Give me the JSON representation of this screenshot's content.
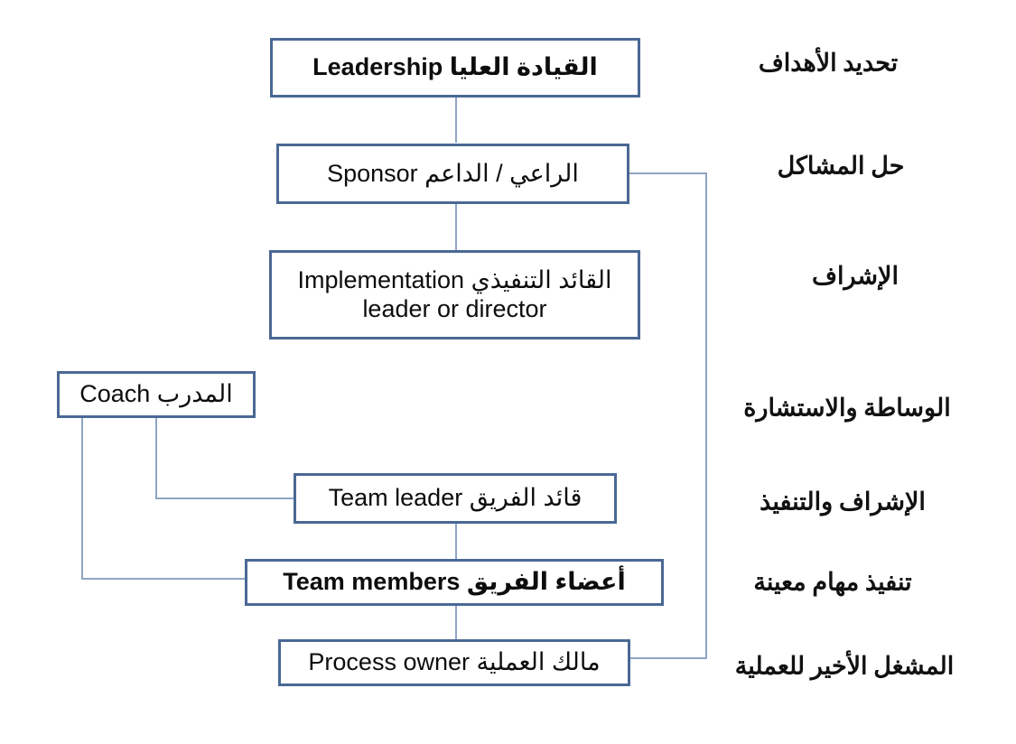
{
  "diagram": {
    "title": "Project roles hierarchy (Arabic / English)",
    "colors": {
      "node_border": "#4a6894",
      "connector": "#8fa5c4",
      "node_fill": "#ffffff",
      "text": "#0d0d0d",
      "annotation_text": "#111111",
      "background": "#ffffff"
    },
    "nodes": [
      {
        "id": "leadership",
        "label": "Leadership  القيادة العليا",
        "bold": true,
        "line2": ""
      },
      {
        "id": "sponsor",
        "label": "Sponsor  الراعي / الداعم",
        "bold": false,
        "line2": ""
      },
      {
        "id": "implementation-leader",
        "label": "Implementation القائد التنفيذي",
        "bold": false,
        "line2": "leader or director"
      },
      {
        "id": "coach",
        "label": "Coach  المدرب",
        "bold": false,
        "line2": ""
      },
      {
        "id": "team-leader",
        "label": "Team leader  قائد الفريق",
        "bold": false,
        "line2": ""
      },
      {
        "id": "team-members",
        "label": "Team members أعضاء الفريق",
        "bold": true,
        "line2": ""
      },
      {
        "id": "process-owner",
        "label": "Process owner مالك العملية",
        "bold": false,
        "line2": ""
      }
    ],
    "annotations": [
      {
        "id": "set-goals",
        "text": "تحديد الأهداف"
      },
      {
        "id": "solve-problems",
        "text": "حل المشاكل"
      },
      {
        "id": "supervision",
        "text": "الإشراف"
      },
      {
        "id": "mediation-advice",
        "text": "الوساطة والاستشارة"
      },
      {
        "id": "supervision-execution",
        "text": "الإشراف والتنفيذ"
      },
      {
        "id": "execute-tasks",
        "text": "تنفيذ مهام معينة"
      },
      {
        "id": "final-operator",
        "text": "المشغل الأخير للعملية"
      }
    ]
  }
}
